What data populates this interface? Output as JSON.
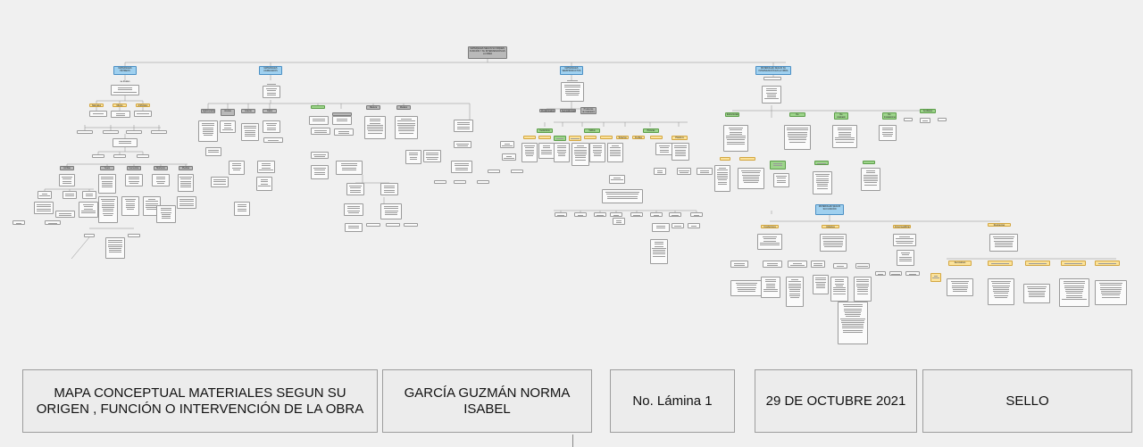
{
  "root": {
    "text": "MATERIALES SEGÚN SU ORIGEN, FUNCIÓN Y SU INTERVENCIÓN EN LA OBRA"
  },
  "colors": {
    "blue": "#9fd0ef",
    "green": "#9dd48b",
    "yellow": "#fbe29a",
    "gray": "#b9b9b9",
    "line": "#8c8c8c"
  },
  "branches": [
    {
      "id": "b1",
      "title": "MATERIALES PÉTREOS",
      "color": "blue",
      "children": [
        {
          "text": "se dividen",
          "color": "plain"
        },
        {
          "text": "Son los sólidos de origen natural o artificial",
          "color": "white"
        },
        {
          "text": "Naturales",
          "color": "yellow"
        },
        {
          "text": "Mixtos",
          "color": "yellow"
        },
        {
          "text": "Artificiales",
          "color": "yellow"
        },
        {
          "text": "Arcillas",
          "color": "gray"
        },
        {
          "text": "Yesos",
          "color": "gray"
        },
        {
          "text": "Cementos",
          "color": "gray"
        },
        {
          "text": "Morteros",
          "color": "gray"
        },
        {
          "text": "Piedras",
          "color": "gray"
        }
      ]
    },
    {
      "id": "b2",
      "title": "MATERIALES AGREGADOS",
      "color": "blue",
      "children": [
        {
          "text": "Aglomerantes",
          "color": "gray"
        },
        {
          "text": "Arenas",
          "color": "gray"
        },
        {
          "text": "Gravas",
          "color": "gray"
        },
        {
          "text": "Cales",
          "color": "gray"
        },
        {
          "text": "Madera",
          "color": "gray"
        },
        {
          "text": "Metales",
          "color": "gray"
        }
      ]
    },
    {
      "id": "b3",
      "title": "MATERIALES SEMIPRODUCTOS",
      "color": "blue",
      "children": [
        {
          "text": "Prefabricados",
          "color": "gray"
        },
        {
          "text": "Semielaborados",
          "color": "gray"
        },
        {
          "text": "Productos de Acabados",
          "color": "gray"
        },
        {
          "text": "Cerámicos",
          "color": "green"
        },
        {
          "text": "Vidrios",
          "color": "green"
        },
        {
          "text": "Pinturas",
          "color": "green"
        },
        {
          "text": "Plásticos",
          "color": "green"
        },
        {
          "text": "Tuberías",
          "color": "yellow"
        },
        {
          "text": "Perfiles",
          "color": "yellow"
        }
      ]
    },
    {
      "id": "b4",
      "title": "MATERIALES SEGÚN SU INTERVENCIÓN EN LA OBRA",
      "color": "blue",
      "children": [
        {
          "text": "Estructurales",
          "color": "green"
        },
        {
          "text": "De Cerramiento",
          "color": "green"
        },
        {
          "text": "De Acabado",
          "color": "green"
        },
        {
          "text": "De Instalaciones",
          "color": "green"
        },
        {
          "text": "Auxiliares",
          "color": "green"
        },
        {
          "text": "MATERIALES SEGÚN SU FUNCIÓN",
          "color": "blue"
        },
        {
          "text": "Conductores",
          "color": "yellow"
        },
        {
          "text": "Aislantes",
          "color": "yellow"
        },
        {
          "text": "Impermeabilizantes",
          "color": "yellow"
        },
        {
          "text": "Resistentes",
          "color": "yellow"
        },
        {
          "text": "Decorativos",
          "color": "yellow"
        }
      ]
    }
  ],
  "footer": {
    "title": "MAPA CONCEPTUAL  MATERIALES SEGUN SU ORIGEN , FUNCIÓN O INTERVENCIÓN DE LA OBRA",
    "author": "GARCÍA GUZMÁN NORMA ISABEL",
    "sheet": "No. Lámina 1",
    "date": "29 DE OCTUBRE 2021",
    "seal": "SELLO"
  }
}
